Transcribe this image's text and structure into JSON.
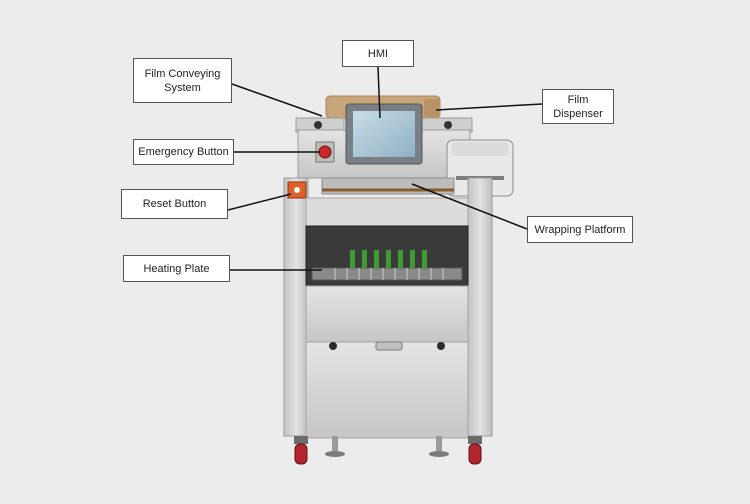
{
  "colors": {
    "background": "#ececec",
    "machine_steel": "#d6d6d6",
    "leader_line": "#111111",
    "label_border": "#555555",
    "wheel_red": "#b3262d",
    "roller_green": "#3f9b34",
    "wood_roll": "#c9a67a",
    "reset_orange": "#e0602a"
  },
  "labels": {
    "hmi": "HMI",
    "film_conveying": "Film Conveying\nSystem",
    "film_dispenser": "Film\nDispenser",
    "emergency_button": "Emergency Button",
    "reset_button": "Reset Button",
    "wrapping_platform": "Wrapping Platform",
    "heating_plate": "Heating Plate"
  }
}
